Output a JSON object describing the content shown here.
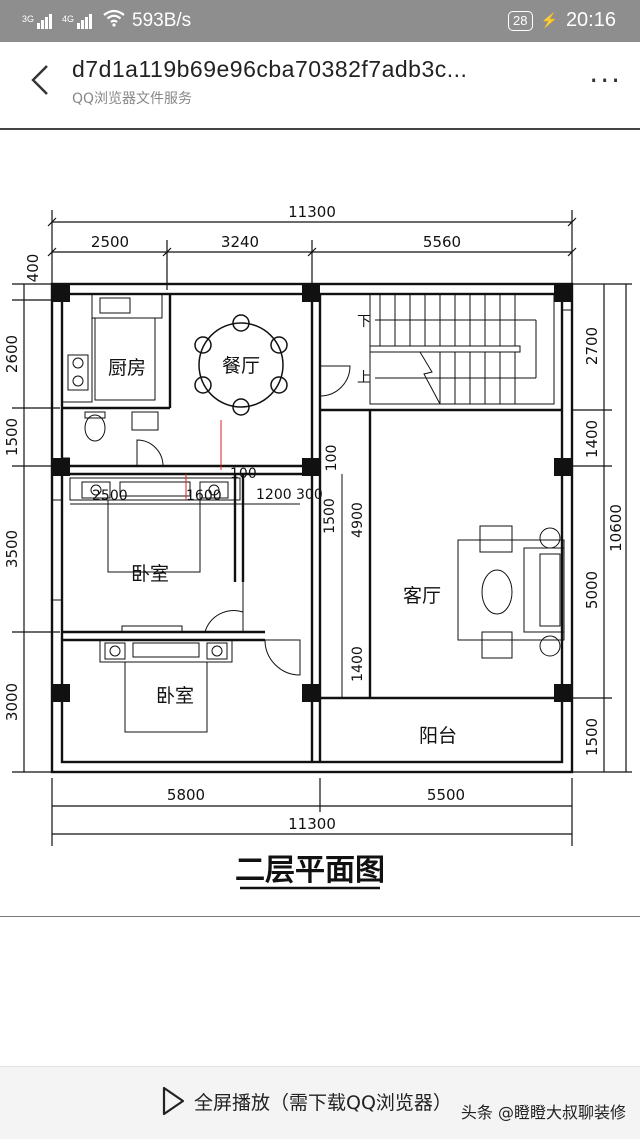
{
  "status_bar": {
    "network_1": "3G",
    "network_2": "4G",
    "speed": "593B/s",
    "battery": "28",
    "time": "20:16"
  },
  "header": {
    "title": "d7d1a119b69e96cba70382f7adb3c...",
    "subtitle": "QQ浏览器文件服务",
    "more_label": "···"
  },
  "plan": {
    "title": "二层平面图",
    "top_total": "11300",
    "top_dims": [
      "2500",
      "3240",
      "5560"
    ],
    "left_dims": [
      "400",
      "2600",
      "1500",
      "3500",
      "3000"
    ],
    "right_dims": [
      "2700",
      "1400",
      "5000",
      "1500"
    ],
    "right_total": "10600",
    "bottom_dims": [
      "5800",
      "5500"
    ],
    "bottom_total": "11300",
    "inner_dims": {
      "d100a": "100",
      "d100b": "100",
      "d2500": "2500",
      "d1600": "1600",
      "d1200": "1200",
      "d300": "300",
      "d1500": "1500",
      "d4900": "4900",
      "d1400": "1400"
    },
    "rooms": {
      "kitchen": "厨房",
      "dining": "餐厅",
      "bedroom1": "卧室",
      "bedroom2": "卧室",
      "living": "客厅",
      "balcony": "阳台",
      "stair_down": "下",
      "stair_up": "上"
    }
  },
  "bottom_bar": {
    "play_label": "全屏播放（需下载QQ浏览器）",
    "watermark": "头条 @瞪瞪大叔聊装修"
  }
}
